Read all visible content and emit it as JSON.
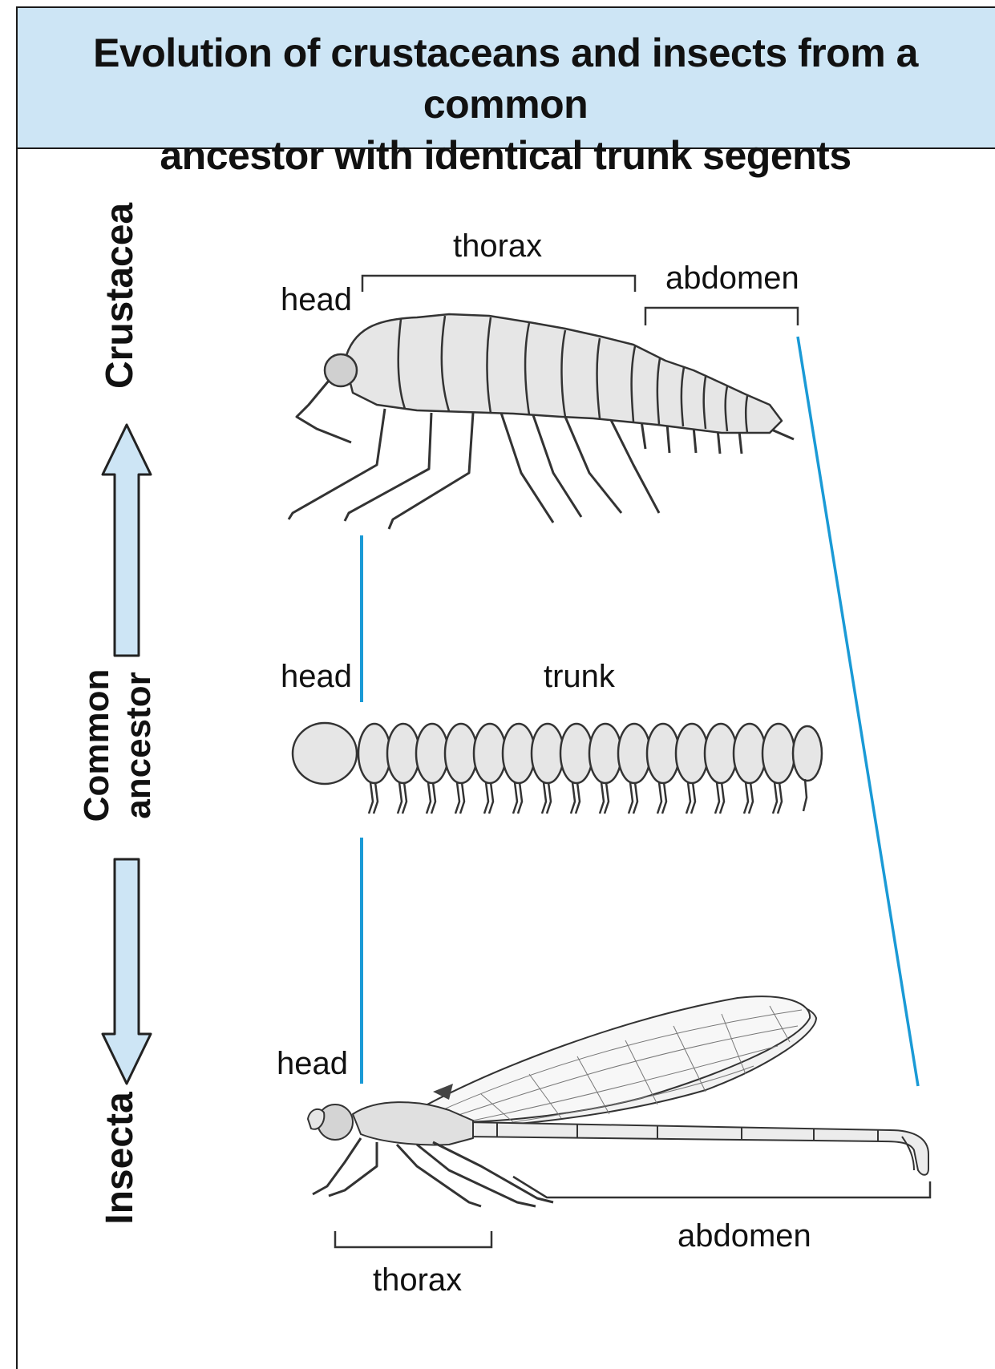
{
  "title": {
    "line1": "Evolution of crustaceans and insects from a common",
    "line2": "ancestor with identical trunk segents"
  },
  "side_labels": {
    "crustacea": "Crustacea",
    "common_ancestor_line1": "Common",
    "common_ancestor_line2": "ancestor",
    "insecta": "Insecta"
  },
  "crustacean": {
    "head": "head",
    "thorax": "thorax",
    "abdomen": "abdomen"
  },
  "ancestor": {
    "head": "head",
    "trunk": "trunk"
  },
  "insect": {
    "head": "head",
    "thorax": "thorax",
    "abdomen": "abdomen"
  },
  "colors": {
    "title_background": "#cde5f5",
    "arrow_fill": "#cde5f5",
    "connector_line": "#1a9ad6",
    "body_fill": "#e6e6e6",
    "outline": "#333333"
  }
}
